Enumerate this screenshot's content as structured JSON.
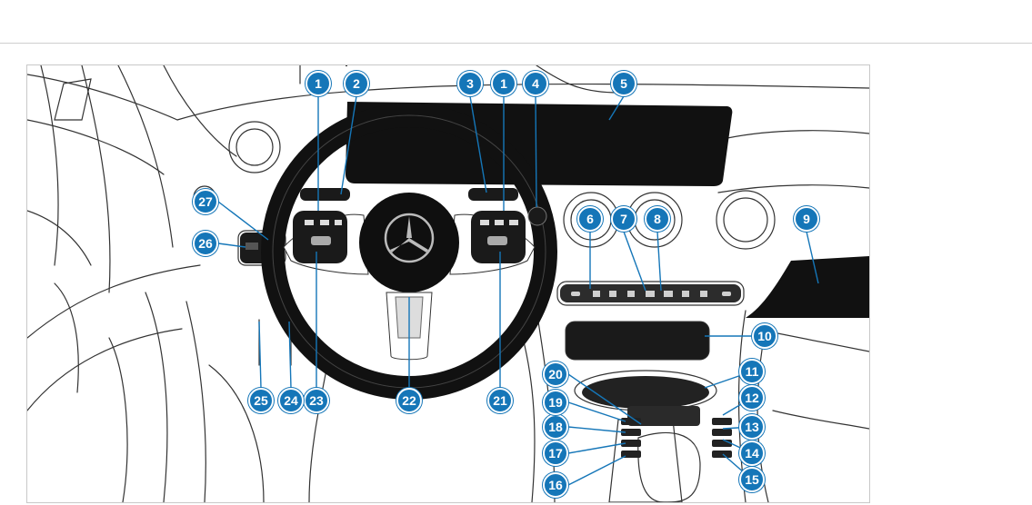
{
  "figure": {
    "callouts": [
      {
        "id": "c1a",
        "label": "1"
      },
      {
        "id": "c2",
        "label": "2"
      },
      {
        "id": "c3",
        "label": "3"
      },
      {
        "id": "c1b",
        "label": "1"
      },
      {
        "id": "c4",
        "label": "4"
      },
      {
        "id": "c5",
        "label": "5"
      },
      {
        "id": "c6",
        "label": "6"
      },
      {
        "id": "c7",
        "label": "7"
      },
      {
        "id": "c8",
        "label": "8"
      },
      {
        "id": "c9",
        "label": "9"
      },
      {
        "id": "c10",
        "label": "10"
      },
      {
        "id": "c11",
        "label": "11"
      },
      {
        "id": "c12",
        "label": "12"
      },
      {
        "id": "c13",
        "label": "13"
      },
      {
        "id": "c14",
        "label": "14"
      },
      {
        "id": "c15",
        "label": "15"
      },
      {
        "id": "c16",
        "label": "16"
      },
      {
        "id": "c17",
        "label": "17"
      },
      {
        "id": "c18",
        "label": "18"
      },
      {
        "id": "c19",
        "label": "19"
      },
      {
        "id": "c20",
        "label": "20"
      },
      {
        "id": "c21",
        "label": "21"
      },
      {
        "id": "c22",
        "label": "22"
      },
      {
        "id": "c23",
        "label": "23"
      },
      {
        "id": "c24",
        "label": "24"
      },
      {
        "id": "c25",
        "label": "25"
      },
      {
        "id": "c26",
        "label": "26"
      },
      {
        "id": "c27",
        "label": "27"
      }
    ]
  }
}
